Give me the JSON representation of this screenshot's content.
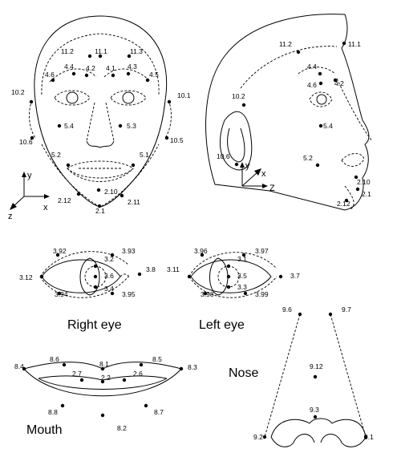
{
  "captions": {
    "right_eye": "Right eye",
    "left_eye": "Left eye",
    "mouth": "Mouth",
    "nose": "Nose"
  },
  "axes": {
    "front": {
      "y": "y",
      "x": "x",
      "z": "z"
    },
    "profile": {
      "y": "y",
      "x": "x",
      "z": "Z"
    }
  },
  "labels": {
    "front": [
      "11.2",
      "11.1",
      "11.3",
      "4.4",
      "4.2",
      "4.1",
      "4.3",
      "4.6",
      "4.5",
      "10.2",
      "10.1",
      "5.4",
      "5.3",
      "10.6",
      "10.5",
      "5.2",
      "5.1",
      "2.10",
      "2.12",
      "2.11",
      "2.1"
    ],
    "profile": [
      "11.2",
      "11.1",
      "4.4",
      "4.6",
      "4.2",
      "10.2",
      "5.4",
      "10.6",
      "5.2",
      "2.10",
      "2.1",
      "2.12"
    ],
    "right_eye": [
      "3.92",
      "3.93",
      "3.2",
      "3.12",
      "3.6",
      "3.8",
      "3.4",
      "3.94",
      "3.95"
    ],
    "left_eye": [
      "3.96",
      "3.97",
      "3.1",
      "3.11",
      "3.5",
      "3.7",
      "3.3",
      "3.98",
      "3.99"
    ],
    "mouth": [
      "8.4",
      "8.6",
      "8.1",
      "8.5",
      "8.3",
      "2.7",
      "2.2",
      "2.6",
      "8.8",
      "8.7",
      "8.2"
    ],
    "nose": [
      "9.6",
      "9.7",
      "9.12",
      "9.3",
      "9.2",
      "9.1"
    ]
  }
}
